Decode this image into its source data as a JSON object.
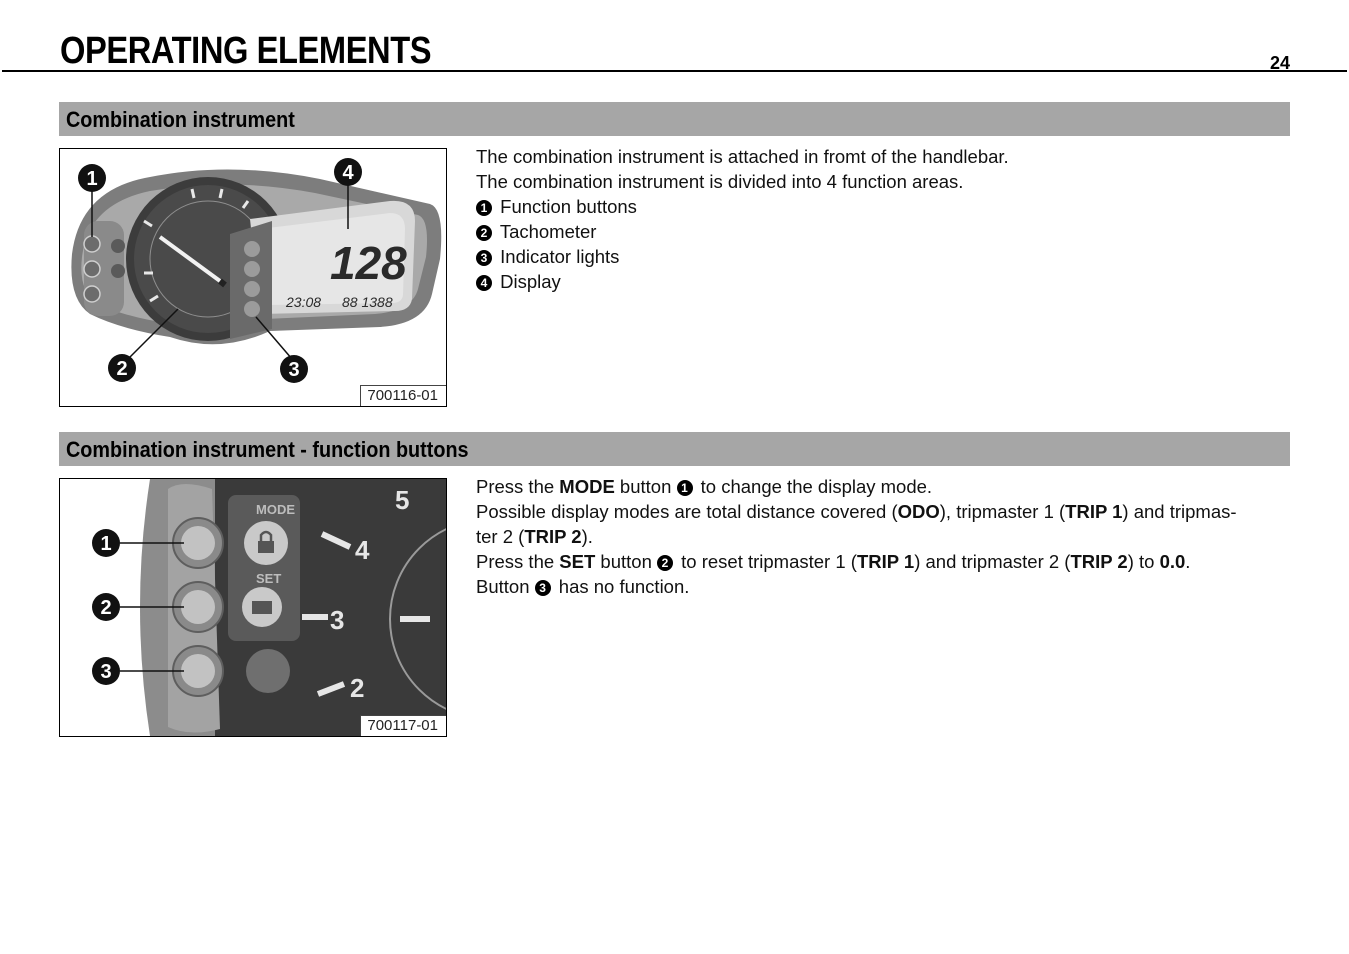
{
  "header": {
    "title": "OPERATING ELEMENTS",
    "page_number": "24"
  },
  "section1": {
    "heading": "Combination instrument",
    "figure": {
      "id": "700116-01",
      "callouts": [
        "1",
        "2",
        "3",
        "4"
      ],
      "display_speed": "128",
      "display_time": "23:08",
      "display_odo": "88 1388"
    },
    "lines": [
      "The combination instrument is attached in fromt of the handlebar.",
      "The combination instrument is divided into 4 function areas."
    ],
    "items": [
      {
        "num": "1",
        "label": "Function buttons"
      },
      {
        "num": "2",
        "label": "Tachometer"
      },
      {
        "num": "3",
        "label": "Indicator lights"
      },
      {
        "num": "4",
        "label": "Display"
      }
    ]
  },
  "section2": {
    "heading": "Combination instrument - function buttons",
    "figure": {
      "id": "700117-01",
      "callouts": [
        "1",
        "2",
        "3"
      ],
      "button_labels": [
        "MODE",
        "SET"
      ],
      "scale_numbers": [
        "5",
        "4",
        "3",
        "2"
      ]
    },
    "p1": {
      "a": "Press the ",
      "b": "MODE",
      "c": " button ",
      "num": "1",
      "d": " to change the display mode."
    },
    "p2": {
      "a": "Possible display modes are total distance covered (",
      "b": "ODO",
      "c": "), tripmaster 1 (",
      "d": "TRIP 1",
      "e": ") and tripmas-",
      "f": "ter 2 (",
      "g": "TRIP 2",
      "h": ")."
    },
    "p3": {
      "a": "Press the ",
      "b": "SET",
      "c": " button ",
      "num": "2",
      "d": " to reset tripmaster 1 (",
      "e": "TRIP 1",
      "f": ") and tripmaster 2 (",
      "g": "TRIP 2",
      "h": ") to ",
      "i": "0.0",
      "j": "."
    },
    "p4": {
      "a": "Button ",
      "num": "3",
      "b": " has no function."
    }
  }
}
